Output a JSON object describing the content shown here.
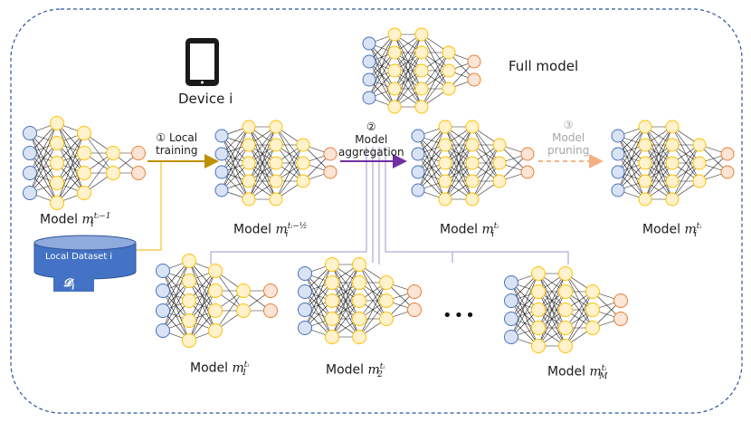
{
  "labels": {
    "full_model": "Full model",
    "device": "Device i",
    "step1_num": "①",
    "step1_a": "Local",
    "step1_b": "training",
    "step2_num": "②",
    "step2_a": "Model",
    "step2_b": "aggregation",
    "step3_num": "③",
    "step3_a": "Model",
    "step3_b": "pruning",
    "dataset": "Local Dataset i",
    "dataset_symbol": "𝓓",
    "dataset_sub": "i",
    "ellipsis": "•••"
  },
  "models": {
    "prev": {
      "word": "Model",
      "m": "m",
      "sup": "tᵢ−1",
      "sub": "i"
    },
    "half": {
      "word": "Model",
      "m": "m",
      "sup": "tᵢ−½",
      "sub": "i"
    },
    "agg": {
      "word": "Model",
      "m": "m",
      "sup": "tᵢ",
      "sub": "i"
    },
    "pruned": {
      "word": "Model",
      "m": "m",
      "sup": "tᵢ",
      "sub": "i"
    },
    "m1": {
      "word": "Model",
      "m": "m",
      "sup": "tᵢ",
      "sub": "1"
    },
    "m2": {
      "word": "Model",
      "m": "m",
      "sup": "tᵢ",
      "sub": "2"
    },
    "mM": {
      "word": "Model",
      "m": "m",
      "sup": "tᵢ",
      "sub": "M"
    }
  },
  "colors": {
    "input": "#dae3f3",
    "input_stroke": "#4472c4",
    "hidden": "#fff2cc",
    "hidden_stroke": "#ffc000",
    "output": "#fbe5d6",
    "output_stroke": "#ed7d31",
    "border": "#2f5597",
    "arrow_local": "#bf9000",
    "arrow_agg": "#7030a0",
    "arrow_prune": "#f4b183",
    "dataset_fill": "#4472c4",
    "line_purple": "#b4a7d6",
    "line_gold": "#f1c232"
  },
  "icons": [
    "tablet-icon",
    "database-icon"
  ]
}
